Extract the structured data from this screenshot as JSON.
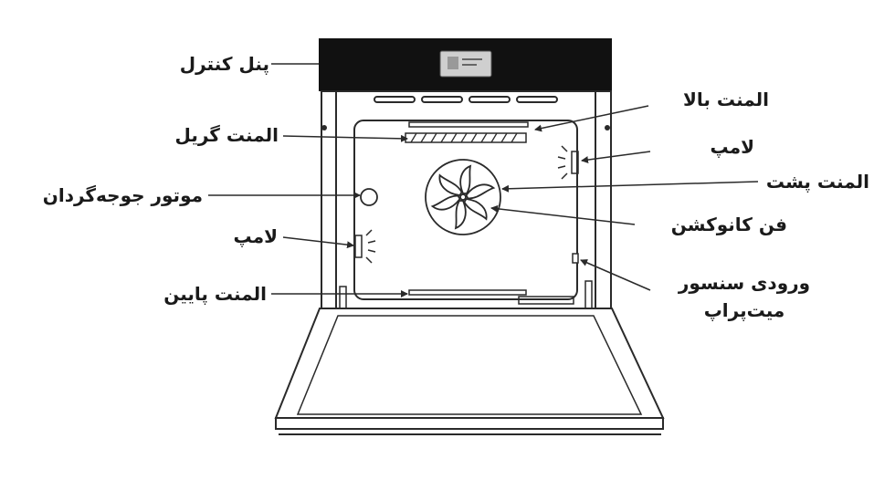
{
  "labels": {
    "control_panel": "پنل کنترل",
    "grill_element": "المنت گریل",
    "rotisserie_motor": "موتور جوجه‌گردان",
    "lamp_left": "لامپ",
    "bottom_element": "المنت پایین",
    "top_element": "المنت بالا",
    "lamp_right": "لامپ",
    "back_element": "المنت پشت",
    "convection_fan": "فن کانوکشن",
    "meat_probe_socket_line1": "ورودی سنسور",
    "meat_probe_socket_line2": "میت‌پراپ"
  },
  "colors": {
    "line": "#2a2a2a",
    "panel": "#111111",
    "display": "#d6d6d6"
  },
  "icons": {
    "fan": "fan-icon",
    "lamp": "lamp-icon",
    "motor": "rotisserie-motor-icon"
  }
}
